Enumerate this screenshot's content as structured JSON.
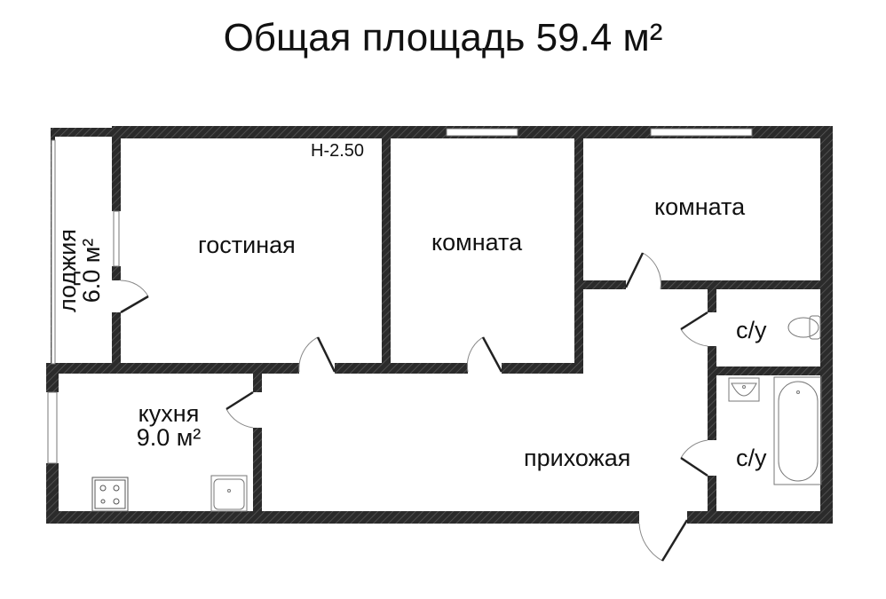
{
  "title": "Общая площадь 59.4 м²",
  "ceiling_height": "H-2.50",
  "rooms": {
    "loggia": {
      "name": "лоджия",
      "area": "6.0 м²"
    },
    "living_room": {
      "name": "гостиная"
    },
    "room_1": {
      "name": "комната"
    },
    "room_2": {
      "name": "комната"
    },
    "wc_1": {
      "name": "с/у"
    },
    "wc_2": {
      "name": "с/у"
    },
    "kitchen": {
      "name": "кухня",
      "area": "9.0 м²"
    },
    "hallway": {
      "name": "прихожая"
    }
  },
  "fixtures": [
    "stove-icon",
    "sink-icon",
    "toilet-icon",
    "washbasin-icon",
    "bathtub-icon"
  ],
  "colors": {
    "wall": "#2b2b2b",
    "wall_hatch": "#5a5a5a",
    "background": "#ffffff",
    "text": "#111111"
  }
}
